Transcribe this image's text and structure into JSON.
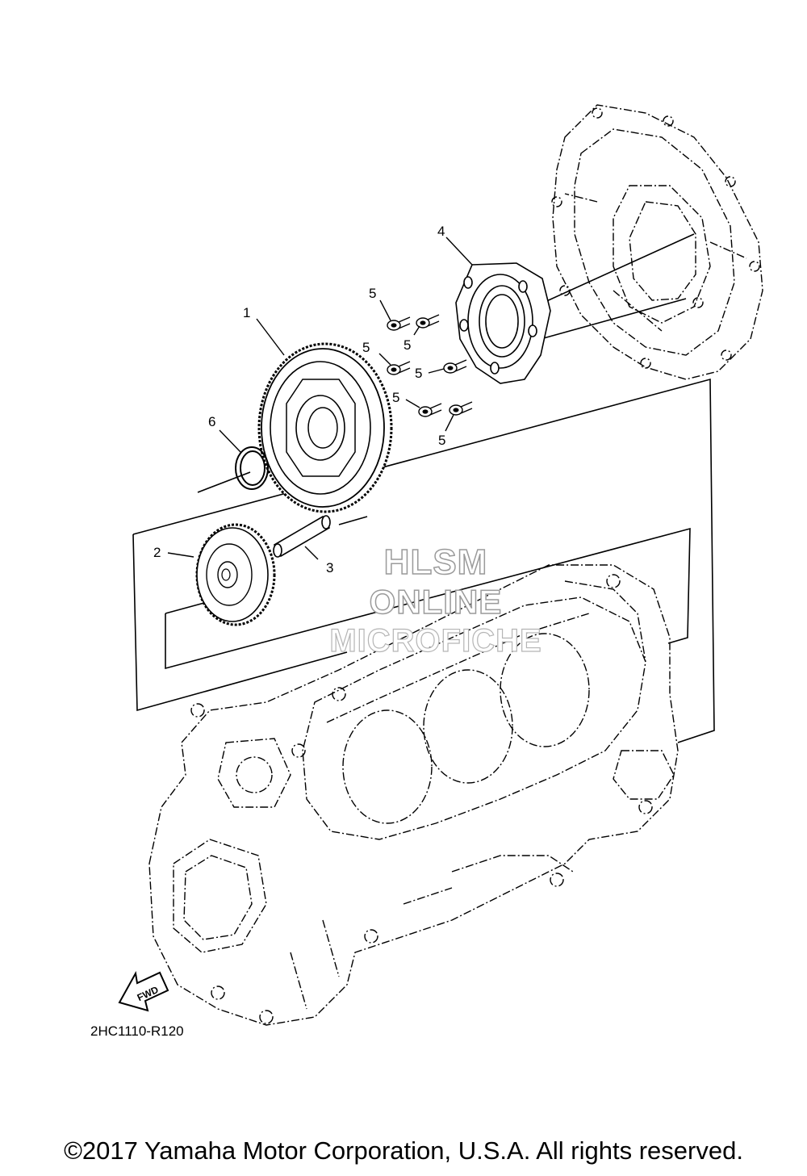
{
  "callouts": {
    "part_1": "1",
    "part_2": "2",
    "part_3": "3",
    "part_4": "4",
    "part_5a": "5",
    "part_5b": "5",
    "part_5c": "5",
    "part_5d": "5",
    "part_5e": "5",
    "part_5f": "5",
    "part_6": "6"
  },
  "watermark": {
    "line1": "HLSM",
    "line2": "ONLINE",
    "line3": "MICROFICHE"
  },
  "fwd_label": "FWD",
  "figure_code": "2HC1110-R120",
  "copyright": "©2017 Yamaha Motor Corporation, U.S.A. All rights reserved."
}
